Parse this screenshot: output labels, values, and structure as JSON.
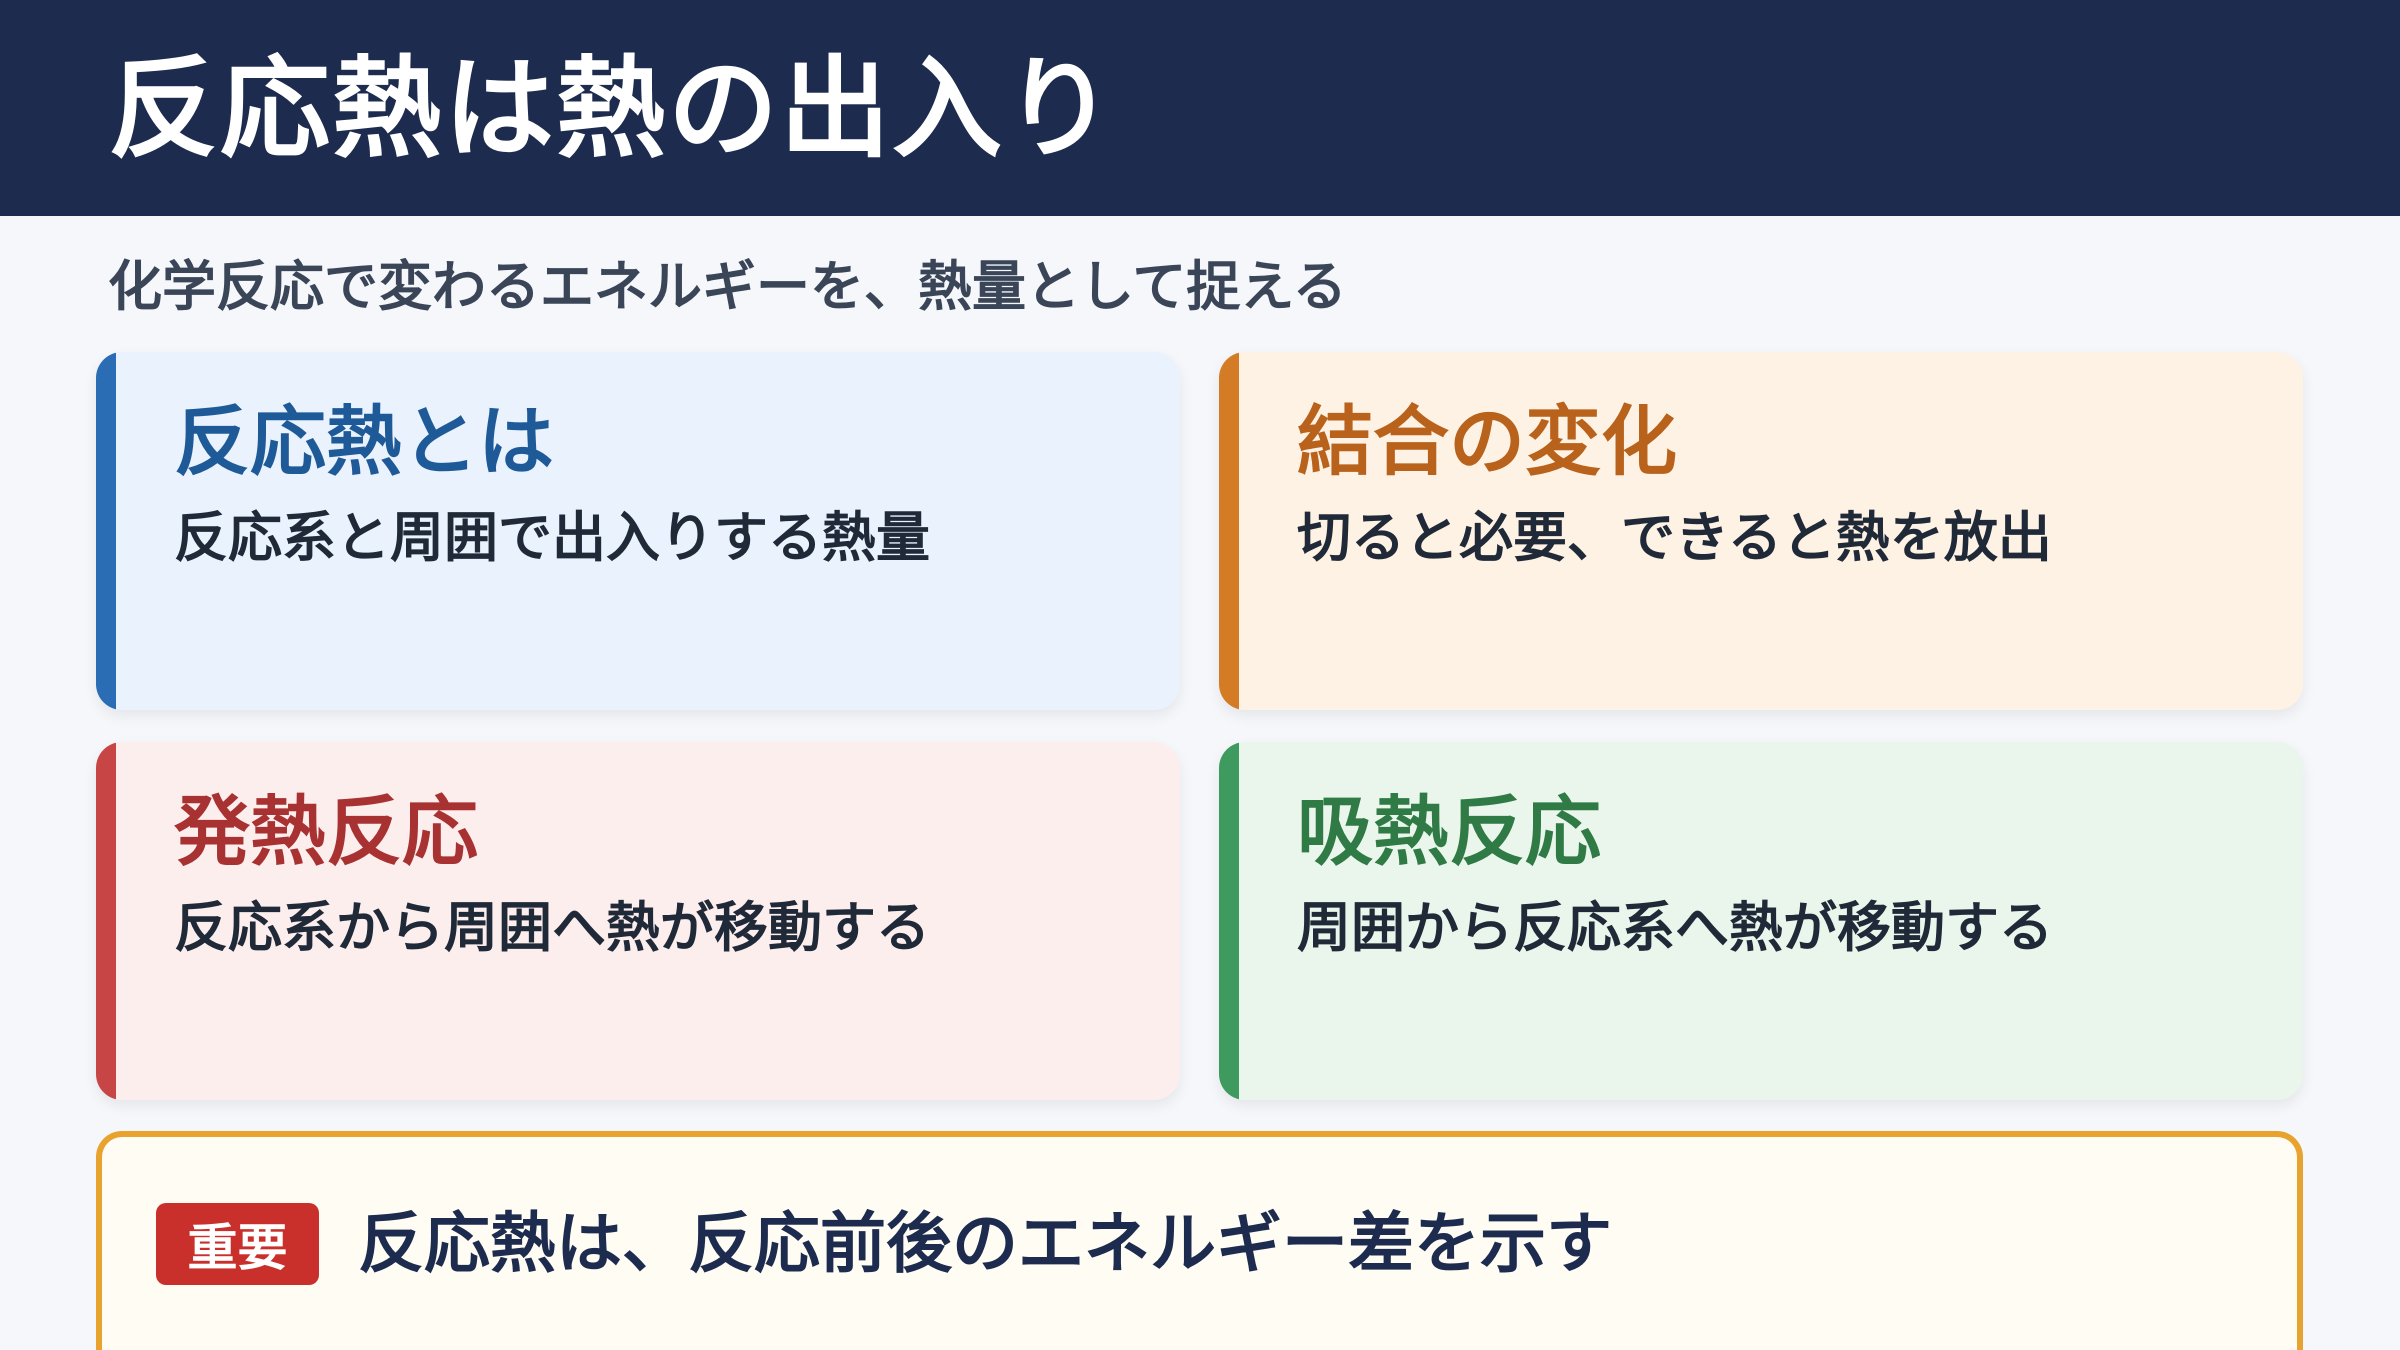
{
  "header": {
    "title": "反応熱は熱の出入り"
  },
  "subtitle": "化学反応で変わるエネルギーを、熱量として捉える",
  "cards": [
    {
      "title": "反応熱とは",
      "description": "反応系と周囲で出入りする熱量",
      "accent": "#2a6db5",
      "title_color": "#1f5a98"
    },
    {
      "title": "結合の変化",
      "description": "切ると必要、できると熱を放出",
      "accent": "#d47b25",
      "title_color": "#b8621b"
    },
    {
      "title": "発熱反応",
      "description": "反応系から周囲へ熱が移動する",
      "accent": "#c84545",
      "title_color": "#a83232"
    },
    {
      "title": "吸熱反応",
      "description": "周囲から反応系へ熱が移動する",
      "accent": "#3f9a5f",
      "title_color": "#2f7a45"
    }
  ],
  "note": {
    "badge": "重要",
    "text": "反応熱は、反応前後のエネルギー差を示す"
  }
}
